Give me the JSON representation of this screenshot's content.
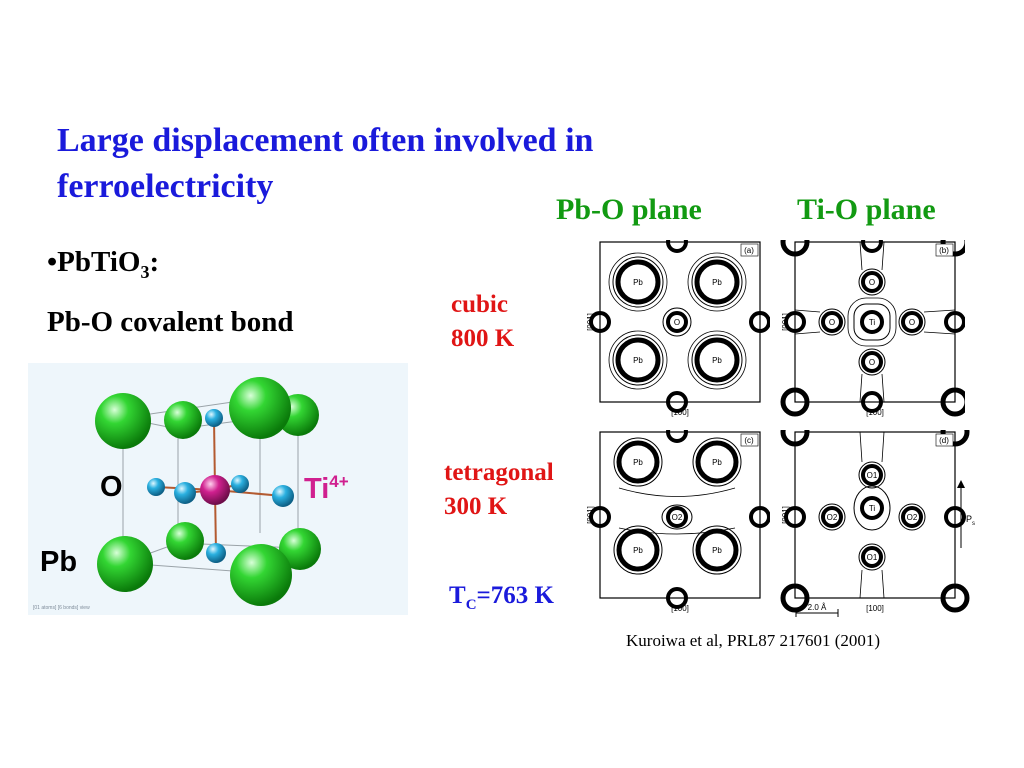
{
  "slide": {
    "title": "Large displacement often involved  in ferroelectricity",
    "bullet": {
      "marker": "•",
      "formula_main": "PbTiO",
      "formula_sub": "3",
      "formula_suffix": ":",
      "line2": "Pb-O covalent bond"
    },
    "planes": {
      "pbo": "Pb-O plane",
      "tio": "Ti-O plane"
    },
    "phases": {
      "cubic_name": "cubic",
      "cubic_temp": "800 K",
      "tetragonal_name": "tetragonal",
      "tetragonal_temp": "300 K"
    },
    "tc": {
      "prefix": "T",
      "sub": "C",
      "value": "=763 K"
    },
    "reference": "Kuroiwa et al, PRL87 217601 (2001)"
  },
  "crystal": {
    "labels": {
      "o": "O",
      "pb": "Pb",
      "ti": "Ti",
      "ti_charge": "4+"
    },
    "colors": {
      "pb": "#1fbf1f",
      "o": "#29a9d9",
      "ti": "#d0208f",
      "bond": "#b35a30",
      "background": "#eef6fb"
    },
    "caption": "[01 atoms] [6 bonds] view"
  },
  "panels": {
    "a": {
      "tag": "(a)",
      "axis_x": "[100]",
      "axis_y": "[001]"
    },
    "b": {
      "tag": "(b)",
      "axis_x": "[100]",
      "axis_y": "[001]"
    },
    "c": {
      "tag": "(c)",
      "axis_x": "[100]",
      "axis_y": "[001]"
    },
    "d": {
      "tag": "(d)",
      "axis_x": "[100]",
      "axis_y": "[001]"
    },
    "atoms": {
      "pb": "Pb",
      "o": "O",
      "ti": "Ti",
      "o1": "O1",
      "o2": "O2"
    },
    "scale_bar": "2.0 Å",
    "ps_label": "P",
    "ps_sub": "s"
  },
  "colors": {
    "title": "#1a1adb",
    "planes": "#129a12",
    "phases": "#e01515"
  }
}
